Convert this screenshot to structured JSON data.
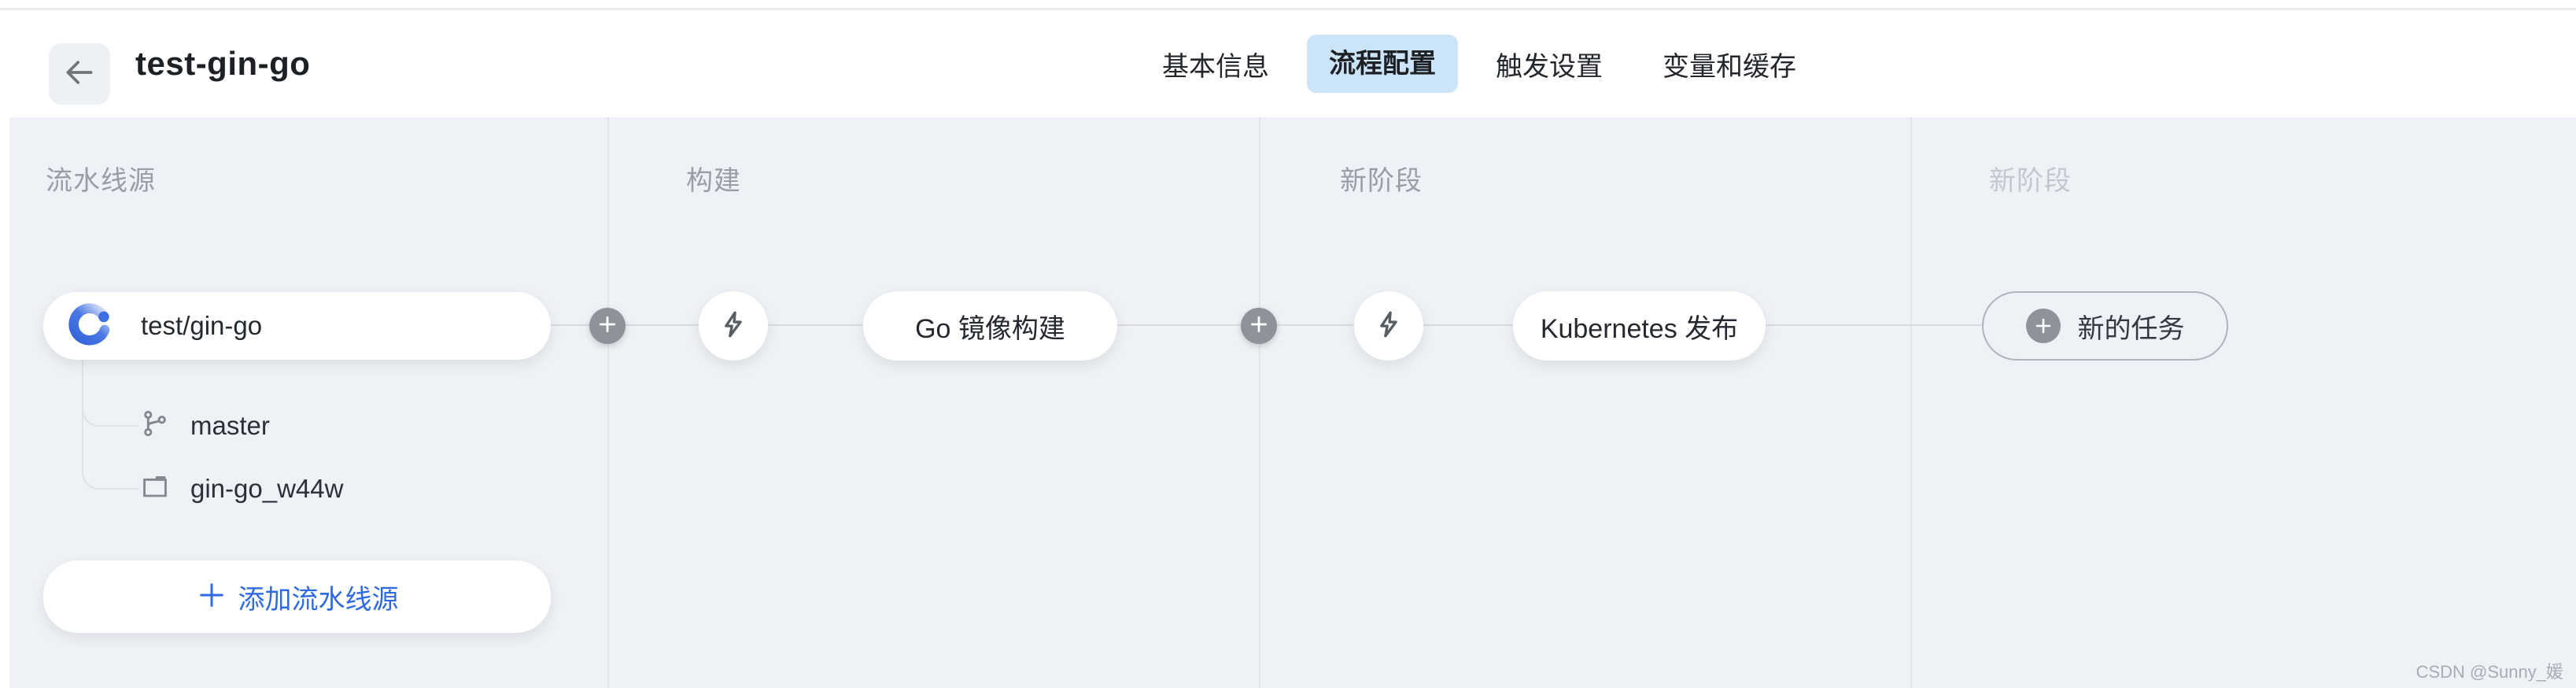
{
  "header": {
    "title": "test-gin-go",
    "back_icon": "arrow-left",
    "tabs": [
      {
        "label": "基本信息",
        "active": false
      },
      {
        "label": "流程配置",
        "active": true
      },
      {
        "label": "触发设置",
        "active": false
      },
      {
        "label": "变量和缓存",
        "active": false
      }
    ]
  },
  "canvas": {
    "columns": [
      {
        "label": "流水线源",
        "placeholder": false
      },
      {
        "label": "构建",
        "placeholder": false
      },
      {
        "label": "新阶段",
        "placeholder": false
      },
      {
        "label": "新阶段",
        "placeholder": true
      }
    ],
    "source": {
      "icon": "codeup-icon",
      "repo": "test/gin-go",
      "branch": "master",
      "branch_icon": "git-branch-icon",
      "workspace": "gin-go_w44w",
      "workspace_icon": "folder-icon",
      "add_label": "添加流水线源"
    },
    "stages": [
      {
        "icon": "lightning-icon",
        "task": "Go 镜像构建"
      },
      {
        "icon": "lightning-icon",
        "task": "Kubernetes 发布"
      }
    ],
    "new_task": {
      "label": "新的任务",
      "icon": "plus-icon"
    }
  },
  "watermark": {
    "text": "CSDN @Sunny_媛"
  },
  "colors": {
    "accent_blue": "#2e6ae3",
    "codeup_blue": "#3e6fe1",
    "active_tab_bg": "#cbe4f8",
    "canvas_bg": "#eef1f5",
    "divider": "#e2e5e9",
    "connector": "#d7dade",
    "gray_circle": "#8e939a",
    "node_text": "#25292f",
    "column_label": "#989ea6",
    "column_label_placeholder": "#c3c8cf"
  }
}
